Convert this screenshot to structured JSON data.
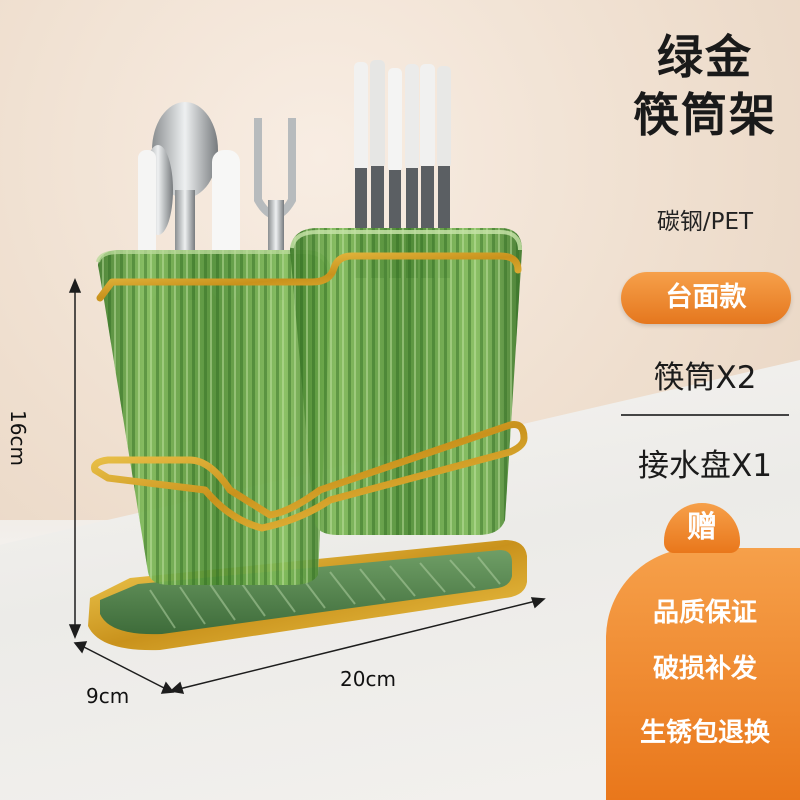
{
  "title": {
    "line1": "绿金",
    "line2": "筷筒架"
  },
  "material": "碳钢/PET",
  "variant_pill": "台面款",
  "contents": {
    "item1": "筷筒X2",
    "item2": "接水盘X1"
  },
  "gift": {
    "badge": "赠",
    "items": [
      "品质保证",
      "破损补发",
      "生锈包退换"
    ]
  },
  "dimensions": {
    "height": "16cm",
    "width": "20cm",
    "depth": "9cm"
  },
  "colors": {
    "accent": "#ee8a2f",
    "cup_green": "#5d9b3a",
    "gold": "#d9a628"
  }
}
